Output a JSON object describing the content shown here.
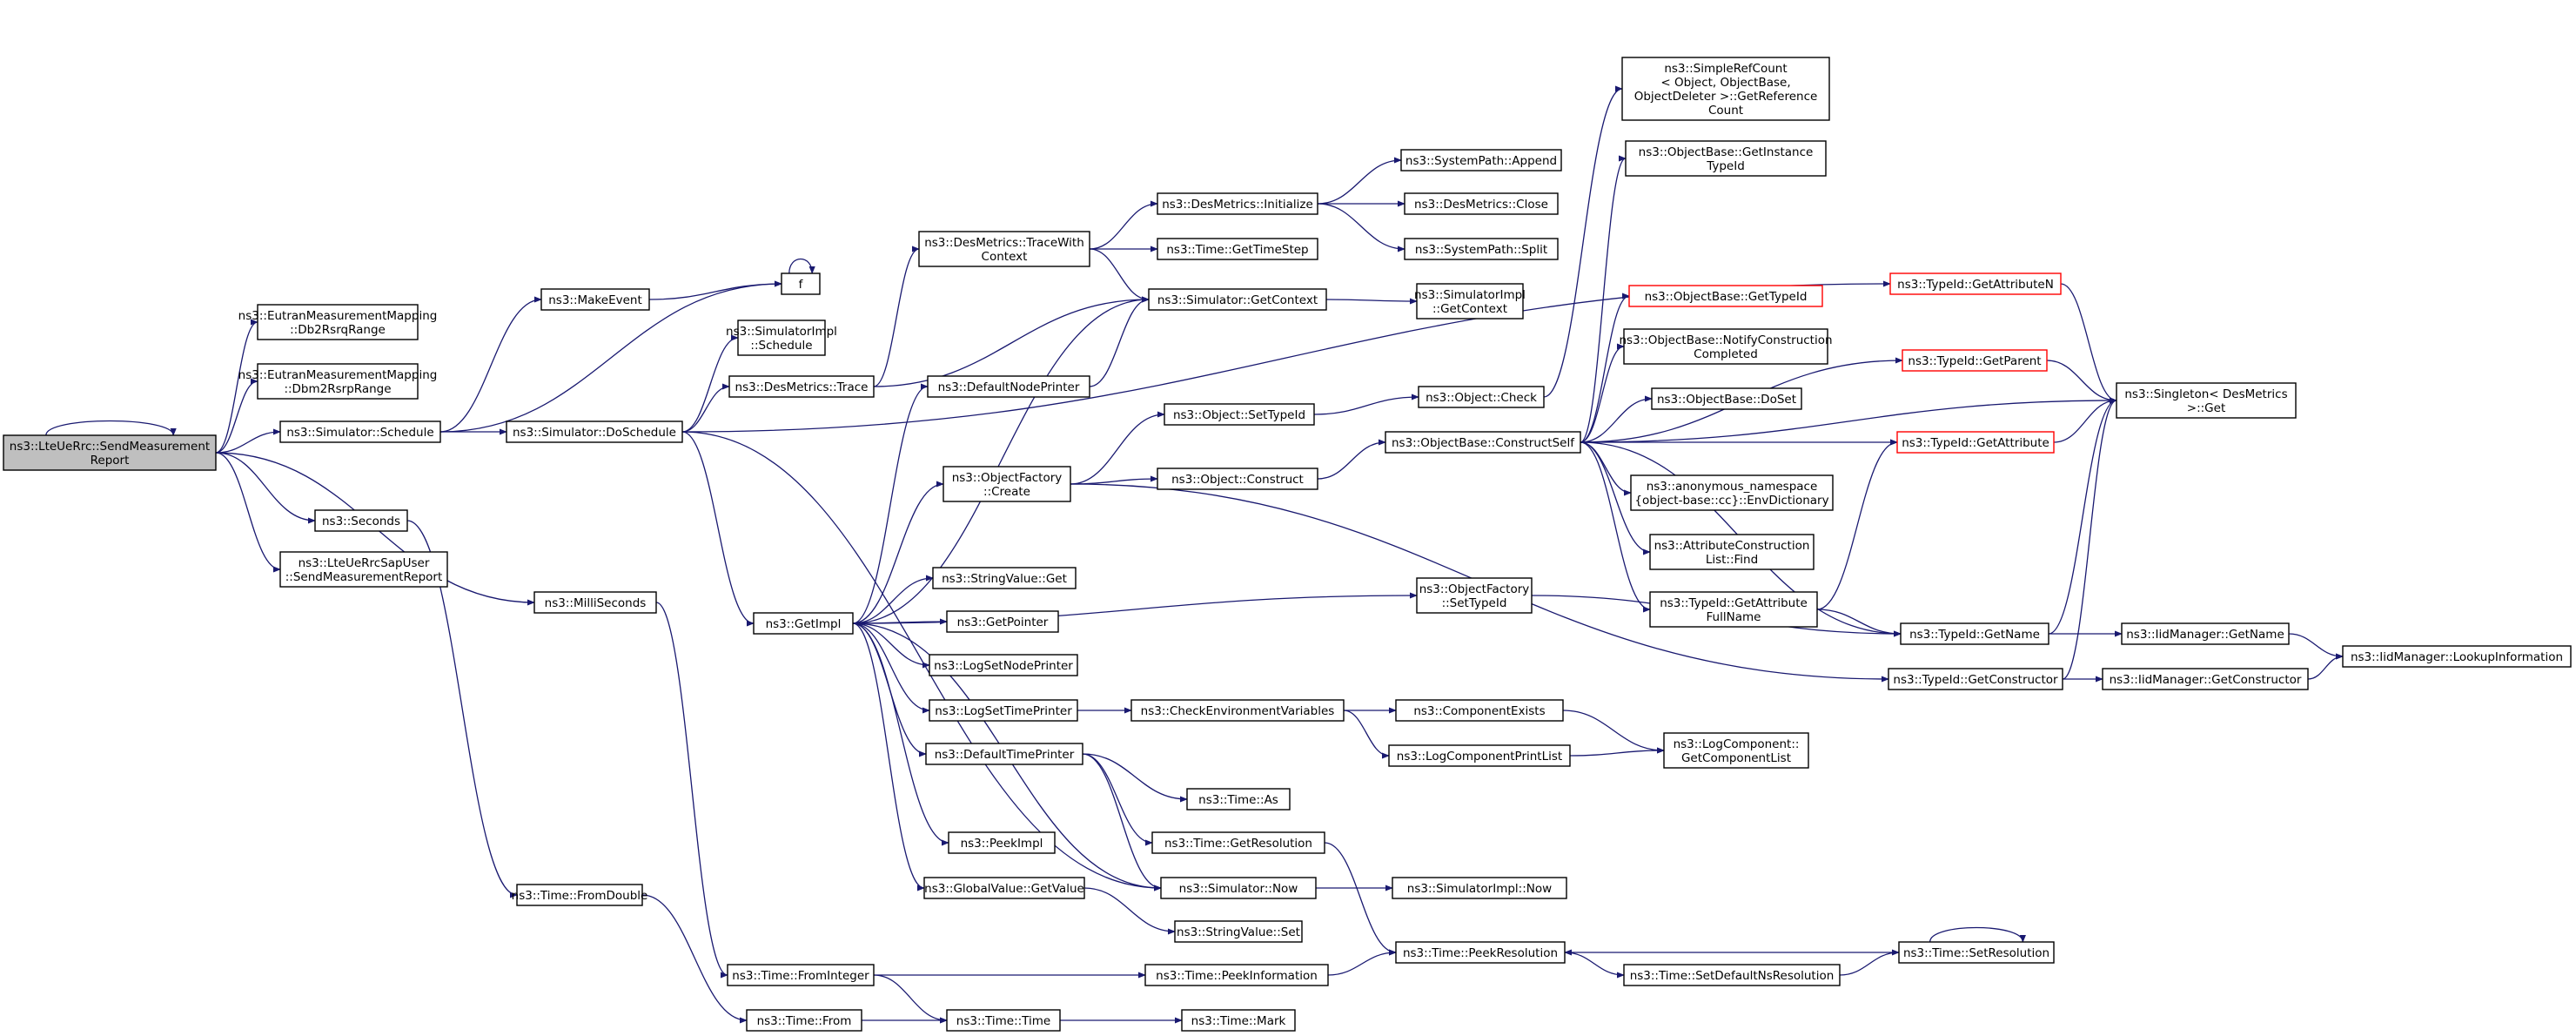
{
  "colors": {
    "edge": "#191970",
    "root_fill": "#bfbfbf",
    "highlight_border": "#ff0000"
  },
  "nodes": [
    {
      "id": "root",
      "label": [
        "ns3::LteUeRrc::SendMeasurement",
        "Report"
      ],
      "style": "root"
    },
    {
      "id": "db2rsrq",
      "label": [
        "ns3::EutranMeasurementMapping",
        "::Db2RsrqRange"
      ]
    },
    {
      "id": "dbm2rsrp",
      "label": [
        "ns3::EutranMeasurementMapping",
        "::Dbm2RsrpRange"
      ]
    },
    {
      "id": "schedule",
      "label": [
        "ns3::Simulator::Schedule"
      ]
    },
    {
      "id": "seconds",
      "label": [
        "ns3::Seconds"
      ]
    },
    {
      "id": "saprpt",
      "label": [
        "ns3::LteUeRrcSapUser",
        "::SendMeasurementReport"
      ]
    },
    {
      "id": "millis",
      "label": [
        "ns3::MilliSeconds"
      ]
    },
    {
      "id": "makeevent",
      "label": [
        "ns3::MakeEvent"
      ]
    },
    {
      "id": "f",
      "label": [
        "f"
      ]
    },
    {
      "id": "simimplsched",
      "label": [
        "ns3::SimulatorImpl",
        "::Schedule"
      ]
    },
    {
      "id": "desmtrace",
      "label": [
        "ns3::DesMetrics::Trace"
      ]
    },
    {
      "id": "dosched",
      "label": [
        "ns3::Simulator::DoSchedule"
      ]
    },
    {
      "id": "tracewith",
      "label": [
        "ns3::DesMetrics::TraceWith",
        "Context"
      ]
    },
    {
      "id": "defnodeprinter",
      "label": [
        "ns3::DefaultNodePrinter"
      ]
    },
    {
      "id": "getimpl",
      "label": [
        "ns3::GetImpl"
      ]
    },
    {
      "id": "ofcreate",
      "label": [
        "ns3::ObjectFactory",
        "::Create"
      ]
    },
    {
      "id": "strvalget",
      "label": [
        "ns3::StringValue::Get"
      ]
    },
    {
      "id": "getpointer",
      "label": [
        "ns3::GetPointer"
      ]
    },
    {
      "id": "logsetnode",
      "label": [
        "ns3::LogSetNodePrinter"
      ]
    },
    {
      "id": "logsettime",
      "label": [
        "ns3::LogSetTimePrinter"
      ]
    },
    {
      "id": "deftimeprinter",
      "label": [
        "ns3::DefaultTimePrinter"
      ]
    },
    {
      "id": "peekimpl",
      "label": [
        "ns3::PeekImpl"
      ]
    },
    {
      "id": "gvgetvalue",
      "label": [
        "ns3::GlobalValue::GetValue"
      ]
    },
    {
      "id": "fromdouble",
      "label": [
        "ns3::Time::FromDouble"
      ]
    },
    {
      "id": "frominteger",
      "label": [
        "ns3::Time::FromInteger"
      ]
    },
    {
      "id": "timefrom",
      "label": [
        "ns3::Time::From"
      ]
    },
    {
      "id": "dminit",
      "label": [
        "ns3::DesMetrics::Initialize"
      ]
    },
    {
      "id": "gettimestep",
      "label": [
        "ns3::Time::GetTimeStep"
      ]
    },
    {
      "id": "simgetctx",
      "label": [
        "ns3::Simulator::GetContext"
      ]
    },
    {
      "id": "objsettypeid",
      "label": [
        "ns3::Object::SetTypeId"
      ]
    },
    {
      "id": "objconstruct",
      "label": [
        "ns3::Object::Construct"
      ]
    },
    {
      "id": "ofsettypeid",
      "label": [
        "ns3::ObjectFactory",
        "::SetTypeId"
      ]
    },
    {
      "id": "checkenv",
      "label": [
        "ns3::CheckEnvironmentVariables"
      ]
    },
    {
      "id": "timeas",
      "label": [
        "ns3::Time::As"
      ]
    },
    {
      "id": "getres",
      "label": [
        "ns3::Time::GetResolution"
      ]
    },
    {
      "id": "simnow",
      "label": [
        "ns3::Simulator::Now"
      ]
    },
    {
      "id": "strvalset",
      "label": [
        "ns3::StringValue::Set"
      ]
    },
    {
      "id": "peekinfo",
      "label": [
        "ns3::Time::PeekInformation"
      ]
    },
    {
      "id": "timetime",
      "label": [
        "ns3::Time::Time"
      ]
    },
    {
      "id": "timemark",
      "label": [
        "ns3::Time::Mark"
      ]
    },
    {
      "id": "spappend",
      "label": [
        "ns3::SystemPath::Append"
      ]
    },
    {
      "id": "dmclose",
      "label": [
        "ns3::DesMetrics::Close"
      ]
    },
    {
      "id": "spsplit",
      "label": [
        "ns3::SystemPath::Split"
      ]
    },
    {
      "id": "simimplgetctx",
      "label": [
        "ns3::SimulatorImpl",
        "::GetContext"
      ]
    },
    {
      "id": "objcheck",
      "label": [
        "ns3::Object::Check"
      ]
    },
    {
      "id": "obconstructself",
      "label": [
        "ns3::ObjectBase::ConstructSelf"
      ]
    },
    {
      "id": "compexists",
      "label": [
        "ns3::ComponentExists"
      ]
    },
    {
      "id": "logcompprint",
      "label": [
        "ns3::LogComponentPrintList"
      ]
    },
    {
      "id": "peekres",
      "label": [
        "ns3::Time::PeekResolution"
      ]
    },
    {
      "id": "simimplnow",
      "label": [
        "ns3::SimulatorImpl::Now"
      ]
    },
    {
      "id": "setdefnsres",
      "label": [
        "ns3::Time::SetDefaultNsResolution"
      ]
    },
    {
      "id": "simplerefcount",
      "label": [
        "ns3::SimpleRefCount",
        "< Object, ObjectBase,",
        "ObjectDeleter >::GetReference",
        "Count"
      ]
    },
    {
      "id": "obgetinst",
      "label": [
        "ns3::ObjectBase::GetInstance",
        "TypeId"
      ]
    },
    {
      "id": "obgettypeid",
      "label": [
        "ns3::ObjectBase::GetTypeId"
      ],
      "style": "red"
    },
    {
      "id": "obnotify",
      "label": [
        "ns3::ObjectBase::NotifyConstruction",
        "Completed"
      ]
    },
    {
      "id": "obdoset",
      "label": [
        "ns3::ObjectBase::DoSet"
      ]
    },
    {
      "id": "anonenv",
      "label": [
        "ns3::anonymous_namespace",
        "{object-base::cc}::EnvDictionary"
      ]
    },
    {
      "id": "acfind",
      "label": [
        "ns3::AttributeConstruction",
        "List::Find"
      ]
    },
    {
      "id": "tidgetattrfull",
      "label": [
        "ns3::TypeId::GetAttribute",
        "FullName"
      ]
    },
    {
      "id": "logcompgetlist",
      "label": [
        "ns3::LogComponent::",
        "GetComponentList"
      ]
    },
    {
      "id": "tidgetattrn",
      "label": [
        "ns3::TypeId::GetAttributeN"
      ],
      "style": "red"
    },
    {
      "id": "tidgetparent",
      "label": [
        "ns3::TypeId::GetParent"
      ],
      "style": "red"
    },
    {
      "id": "tidgetattr",
      "label": [
        "ns3::TypeId::GetAttribute"
      ],
      "style": "red"
    },
    {
      "id": "tidgetname",
      "label": [
        "ns3::TypeId::GetName"
      ]
    },
    {
      "id": "tidgetctor",
      "label": [
        "ns3::TypeId::GetConstructor"
      ]
    },
    {
      "id": "setres",
      "label": [
        "ns3::Time::SetResolution"
      ]
    },
    {
      "id": "singletonget",
      "label": [
        "ns3::Singleton< DesMetrics",
        ">::Get"
      ]
    },
    {
      "id": "iidgetname",
      "label": [
        "ns3::IidManager::GetName"
      ]
    },
    {
      "id": "iidgetctor",
      "label": [
        "ns3::IidManager::GetConstructor"
      ]
    },
    {
      "id": "iidlookup",
      "label": [
        "ns3::IidManager::LookupInformation"
      ]
    }
  ],
  "edges": [
    [
      "root",
      "root"
    ],
    [
      "root",
      "db2rsrq"
    ],
    [
      "root",
      "dbm2rsrp"
    ],
    [
      "root",
      "schedule"
    ],
    [
      "root",
      "seconds"
    ],
    [
      "root",
      "saprpt"
    ],
    [
      "root",
      "millis"
    ],
    [
      "schedule",
      "makeevent"
    ],
    [
      "schedule",
      "f"
    ],
    [
      "schedule",
      "dosched"
    ],
    [
      "makeevent",
      "f"
    ],
    [
      "f",
      "f"
    ],
    [
      "seconds",
      "fromdouble"
    ],
    [
      "millis",
      "frominteger"
    ],
    [
      "fromdouble",
      "timefrom"
    ],
    [
      "frominteger",
      "peekinfo"
    ],
    [
      "frominteger",
      "timetime"
    ],
    [
      "timefrom",
      "timetime"
    ],
    [
      "timetime",
      "timemark"
    ],
    [
      "peekinfo",
      "peekres"
    ],
    [
      "dosched",
      "simimplsched"
    ],
    [
      "dosched",
      "desmtrace"
    ],
    [
      "dosched",
      "getimpl"
    ],
    [
      "dosched",
      "simnow"
    ],
    [
      "dosched",
      "tidgetattrn"
    ],
    [
      "desmtrace",
      "tracewith"
    ],
    [
      "desmtrace",
      "simgetctx"
    ],
    [
      "tracewith",
      "dminit"
    ],
    [
      "tracewith",
      "gettimestep"
    ],
    [
      "tracewith",
      "simgetctx"
    ],
    [
      "dminit",
      "spappend"
    ],
    [
      "dminit",
      "dmclose"
    ],
    [
      "dminit",
      "spsplit"
    ],
    [
      "simgetctx",
      "simimplgetctx"
    ],
    [
      "defnodeprinter",
      "simgetctx"
    ],
    [
      "getimpl",
      "simgetctx"
    ],
    [
      "getimpl",
      "defnodeprinter"
    ],
    [
      "getimpl",
      "ofcreate"
    ],
    [
      "getimpl",
      "strvalget"
    ],
    [
      "getimpl",
      "getpointer"
    ],
    [
      "getimpl",
      "logsetnode"
    ],
    [
      "getimpl",
      "logsettime"
    ],
    [
      "getimpl",
      "deftimeprinter"
    ],
    [
      "getimpl",
      "peekimpl"
    ],
    [
      "getimpl",
      "gvgetvalue"
    ],
    [
      "getimpl",
      "ofsettypeid"
    ],
    [
      "getimpl",
      "simnow"
    ],
    [
      "ofcreate",
      "objsettypeid"
    ],
    [
      "ofcreate",
      "objconstruct"
    ],
    [
      "ofcreate",
      "tidgetctor"
    ],
    [
      "objsettypeid",
      "objcheck"
    ],
    [
      "objconstruct",
      "obconstructself"
    ],
    [
      "objcheck",
      "simplerefcount"
    ],
    [
      "logsettime",
      "checkenv"
    ],
    [
      "checkenv",
      "compexists"
    ],
    [
      "checkenv",
      "logcompprint"
    ],
    [
      "compexists",
      "logcompgetlist"
    ],
    [
      "logcompprint",
      "logcompgetlist"
    ],
    [
      "deftimeprinter",
      "timeas"
    ],
    [
      "deftimeprinter",
      "getres"
    ],
    [
      "deftimeprinter",
      "simnow"
    ],
    [
      "getres",
      "peekres"
    ],
    [
      "simnow",
      "simimplnow"
    ],
    [
      "gvgetvalue",
      "strvalset"
    ],
    [
      "peekres",
      "setdefnsres"
    ],
    [
      "setdefnsres",
      "setres"
    ],
    [
      "setres",
      "peekres"
    ],
    [
      "setres",
      "setres"
    ],
    [
      "ofsettypeid",
      "tidgetname"
    ],
    [
      "obconstructself",
      "obgetinst"
    ],
    [
      "obconstructself",
      "obgettypeid"
    ],
    [
      "obconstructself",
      "obnotify"
    ],
    [
      "obconstructself",
      "obdoset"
    ],
    [
      "obconstructself",
      "anonenv"
    ],
    [
      "obconstructself",
      "acfind"
    ],
    [
      "obconstructself",
      "tidgetattrfull"
    ],
    [
      "obconstructself",
      "tidgetattr"
    ],
    [
      "obconstructself",
      "tidgetname"
    ],
    [
      "obconstructself",
      "tidgetparent"
    ],
    [
      "obconstructself",
      "singletonget"
    ],
    [
      "tidgetattrfull",
      "tidgetname"
    ],
    [
      "tidgetattrfull",
      "tidgetattr"
    ],
    [
      "tidgetattrn",
      "singletonget"
    ],
    [
      "tidgetparent",
      "singletonget"
    ],
    [
      "tidgetattr",
      "singletonget"
    ],
    [
      "tidgetname",
      "singletonget"
    ],
    [
      "tidgetname",
      "iidgetname"
    ],
    [
      "tidgetctor",
      "singletonget"
    ],
    [
      "tidgetctor",
      "iidgetctor"
    ],
    [
      "iidgetname",
      "iidlookup"
    ],
    [
      "iidgetctor",
      "iidlookup"
    ]
  ]
}
